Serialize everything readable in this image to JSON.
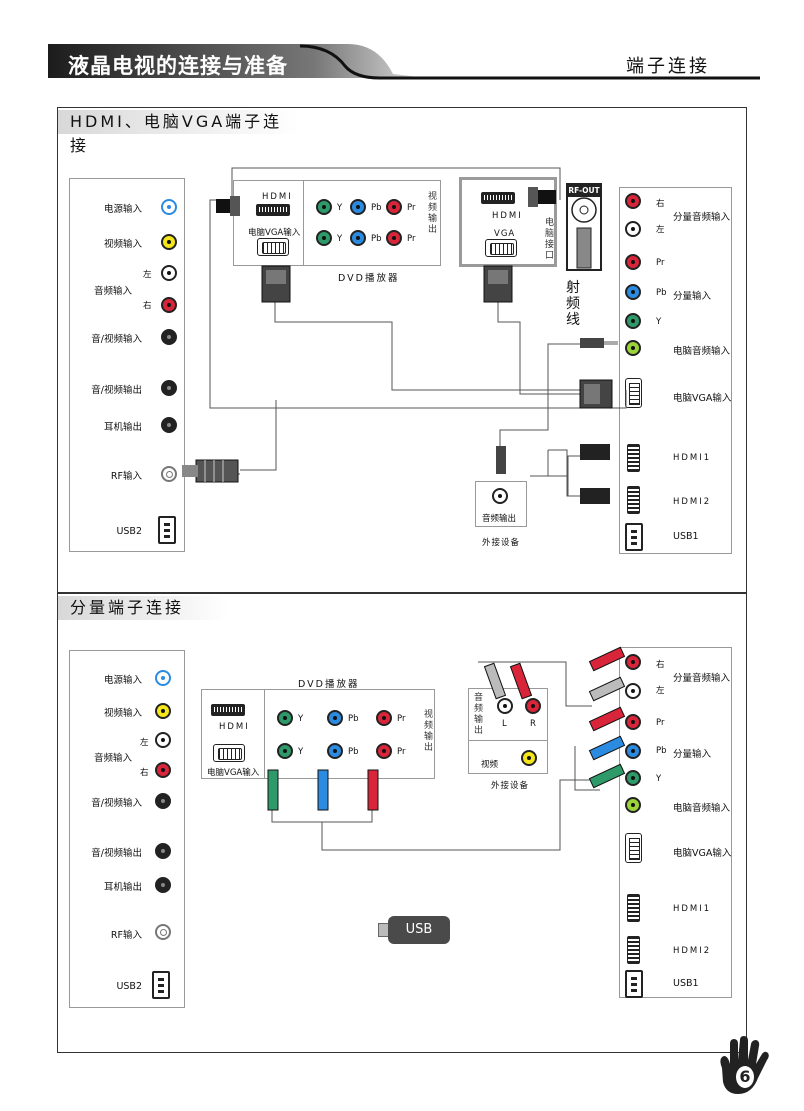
{
  "header": {
    "title": "液晶电视的连接与准备",
    "right_label": "端子连接"
  },
  "section1": {
    "title": "HDMI、电脑VGA端子连接",
    "tv_left_ports": [
      "电源输入",
      "视频输入",
      "左",
      "音频输入",
      "右",
      "音/视频输入",
      "音/视频输出",
      "耳机输出",
      "RF输入",
      "USB2"
    ],
    "dvd": {
      "hdmi": "HDMI",
      "vga": "电脑VGA输入",
      "y1": "Y",
      "pb1": "Pb",
      "pr1": "Pr",
      "y2": "Y",
      "pb2": "Pb",
      "pr2": "Pr",
      "video_out": "视频输出",
      "caption": "DVD播放器"
    },
    "pc": {
      "hdmi": "HDMI",
      "vga": "VGA",
      "side": "电脑接口"
    },
    "rf_out": "RF-OUT",
    "rf_cable": "射频线",
    "tv_right_ports": [
      "右",
      "左",
      "分量音频输入",
      "Pr",
      "Pb",
      "分量输入",
      "Y",
      "电脑音频输入",
      "电脑VGA输入",
      "HDMI1",
      "HDMI2",
      "USB1"
    ],
    "external": {
      "label": "音频输出",
      "caption": "外接设备"
    }
  },
  "section2": {
    "title": "分量端子连接",
    "tv_left_ports": [
      "电源输入",
      "视频输入",
      "左",
      "音频输入",
      "右",
      "音/视频输入",
      "音/视频输出",
      "耳机输出",
      "RF输入",
      "USB2"
    ],
    "dvd": {
      "caption": "DVD播放器",
      "hdmi": "HDMI",
      "vga": "电脑VGA输入",
      "y1": "Y",
      "pb1": "Pb",
      "pr1": "Pr",
      "y2": "Y",
      "pb2": "Pb",
      "pr2": "Pr",
      "video_out": "视频输出"
    },
    "external": {
      "audio_out": "音频输出",
      "l": "L",
      "r": "R",
      "video": "视频",
      "caption": "外接设备"
    },
    "usb_stick": "USB",
    "tv_right_ports": [
      "右",
      "左",
      "分量音频输入",
      "Pr",
      "Pb",
      "分量输入",
      "Y",
      "电脑音频输入",
      "电脑VGA输入",
      "HDMI1",
      "HDMI2",
      "USB1"
    ]
  },
  "page_number": "6",
  "colors": {
    "banner": "#3a3a3a",
    "red": "#d9253a",
    "blue": "#2b8be0",
    "green": "#2e9a6a",
    "yellow": "#f5e61a"
  }
}
